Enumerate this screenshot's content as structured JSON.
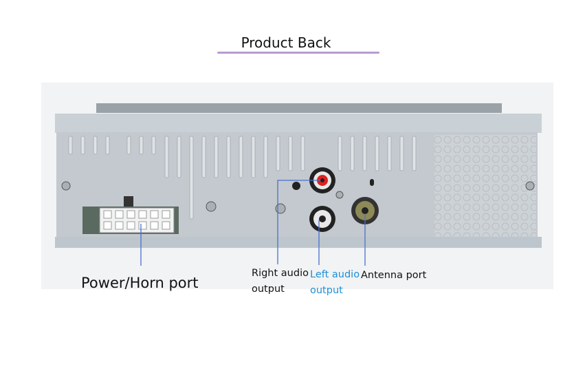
{
  "title": "Product Back",
  "labels": {
    "power": "Power/Horn port",
    "right_audio_1": "Right audio",
    "right_audio_2": "output",
    "left_audio_1": "Left audio",
    "left_audio_2": "output",
    "antenna": "Antenna port"
  },
  "colors": {
    "underline": "#b79bd3",
    "pointer_line": "#4a6fd0",
    "left_label": "#1e8fd6"
  }
}
